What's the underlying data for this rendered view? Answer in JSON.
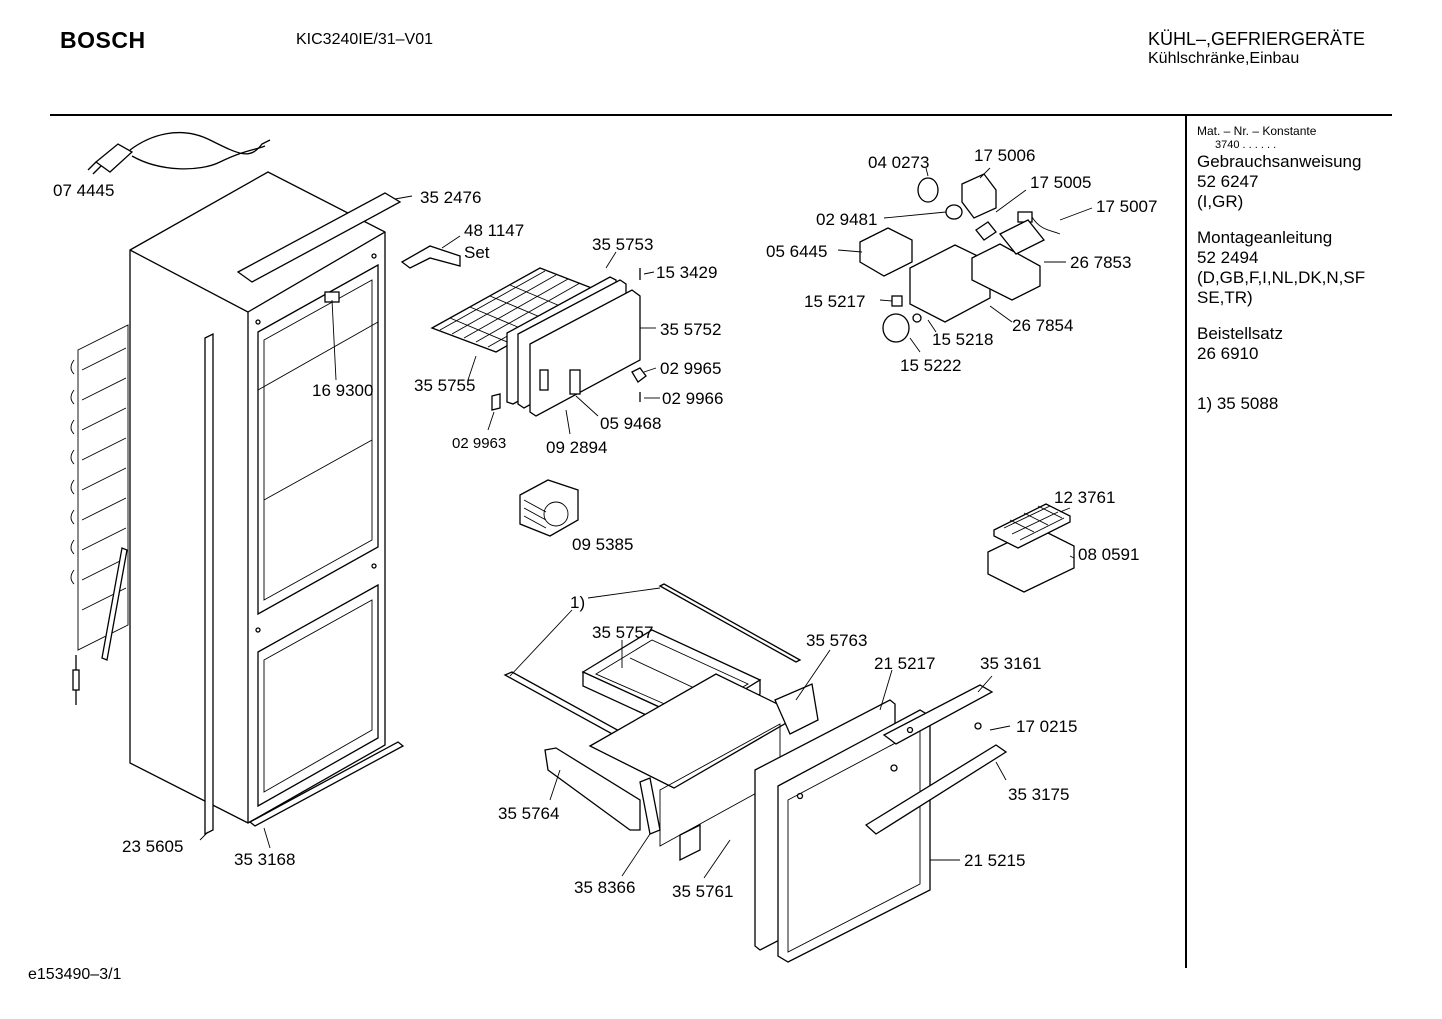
{
  "header": {
    "brand": "BOSCH",
    "model": "KIC3240IE/31–V01",
    "category": "KÜHL–,GEFRIERGERÄTE",
    "subcategory": "Kühlschränke,Einbau"
  },
  "sidebar": {
    "mat_label": "Mat. – Nr. – Konstante",
    "mat_value": "3740 . . . . . .",
    "manual_label": "Gebrauchsanweisung",
    "manual_number": "52 6247",
    "manual_langs": "(I,GR)",
    "mount_label": "Montageanleitung",
    "mount_number": "52 2494",
    "mount_langs_1": "(D,GB,F,I,NL,DK,N,SF",
    "mount_langs_2": "SE,TR)",
    "kit_label": "Beistellsatz",
    "kit_number": "26 6910",
    "note": "1) 35 5088"
  },
  "footer": {
    "code": "e153490–3/1"
  },
  "part_labels": [
    "07 4445",
    "35 2476",
    "48 1147",
    "Set",
    "16 9300",
    "23 5605",
    "35 3168",
    "35 5753",
    "15 3429",
    "35 5752",
    "35 5755",
    "02 9965",
    "02 9966",
    "05 9468",
    "02 9963",
    "09 2894",
    "09 5385",
    "04 0273",
    "17 5006",
    "17 5005",
    "17 5007",
    "02 9481",
    "05 6445",
    "26 7853",
    "15 5217",
    "15 5218",
    "26 7854",
    "15 5222",
    "12 3761",
    "08 0591",
    "1)",
    "35 5757",
    "35 5763",
    "21 5217",
    "35 3161",
    "17 0215",
    "35 3175",
    "35 5764",
    "21 5215",
    "35 8366",
    "35 5761"
  ]
}
